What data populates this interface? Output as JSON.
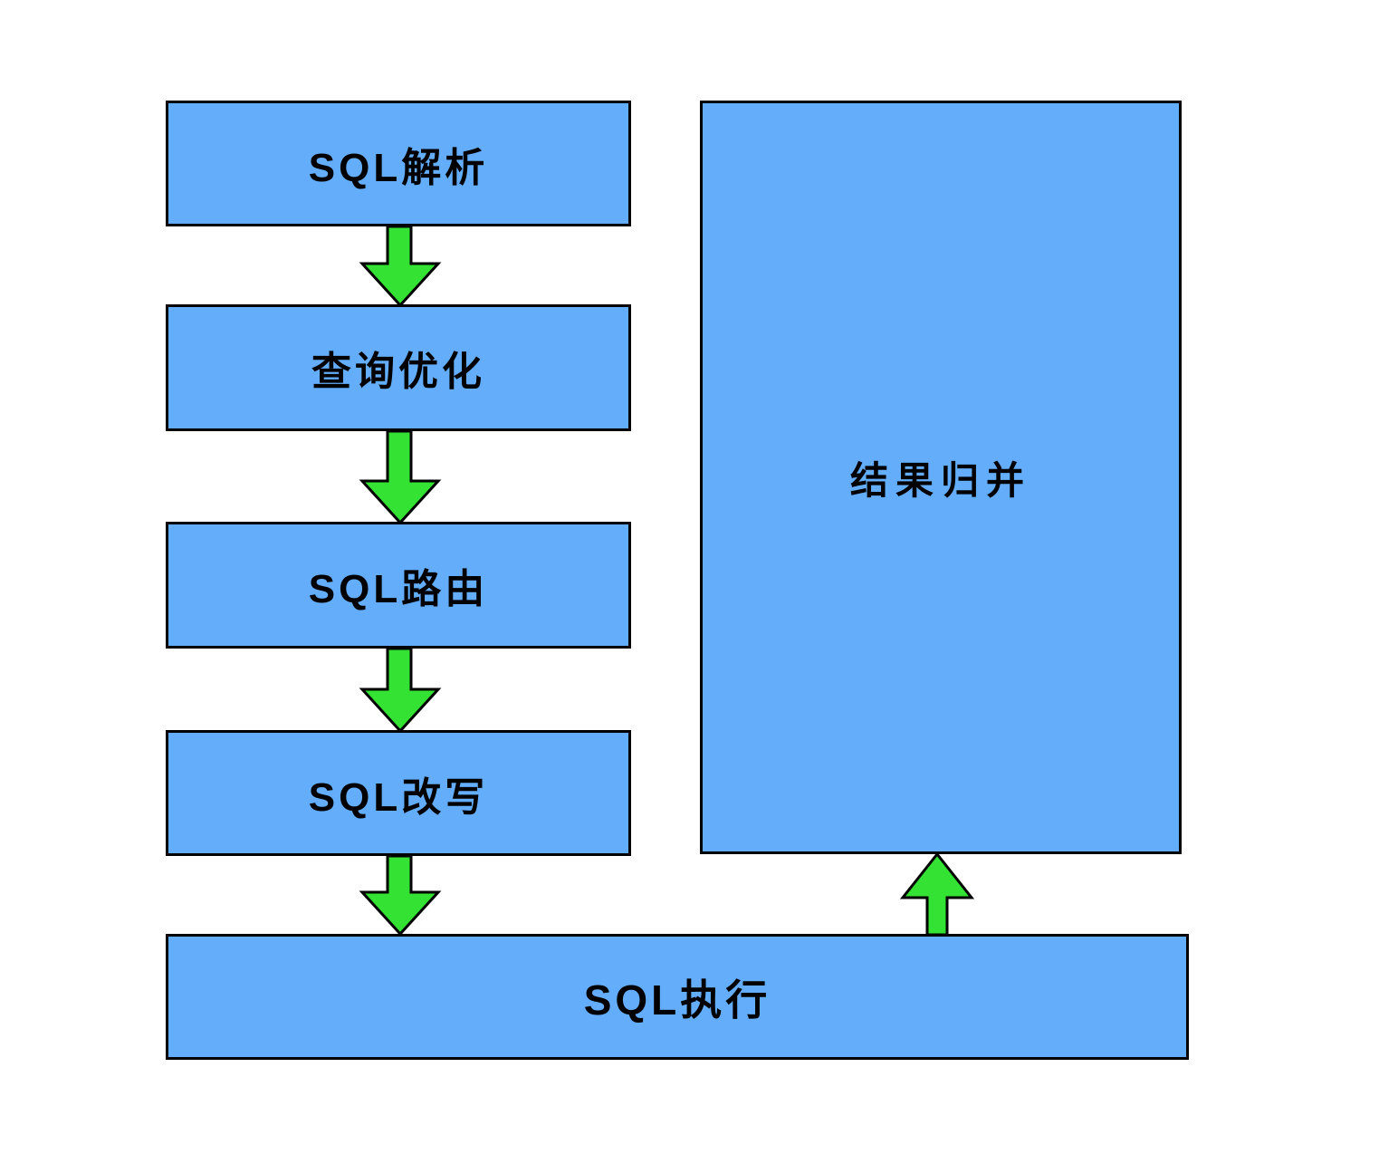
{
  "diagram": {
    "type": "flowchart",
    "colors": {
      "background": "#ffffff",
      "box_fill": "#63adfa",
      "box_border": "#000000",
      "arrow_fill": "#33e233",
      "arrow_outline": "#000000",
      "text": "#000000"
    },
    "nodes": [
      {
        "id": "sql-parse",
        "label": "SQL解析"
      },
      {
        "id": "query-optimize",
        "label": "查询优化"
      },
      {
        "id": "sql-route",
        "label": "SQL路由"
      },
      {
        "id": "sql-rewrite",
        "label": "SQL改写"
      },
      {
        "id": "sql-execute",
        "label": "SQL执行"
      },
      {
        "id": "result-merge",
        "label": "结果归并"
      }
    ],
    "edges": [
      {
        "from": "sql-parse",
        "to": "query-optimize",
        "direction": "down"
      },
      {
        "from": "query-optimize",
        "to": "sql-route",
        "direction": "down"
      },
      {
        "from": "sql-route",
        "to": "sql-rewrite",
        "direction": "down"
      },
      {
        "from": "sql-rewrite",
        "to": "sql-execute",
        "direction": "down"
      },
      {
        "from": "sql-execute",
        "to": "result-merge",
        "direction": "up"
      }
    ]
  }
}
